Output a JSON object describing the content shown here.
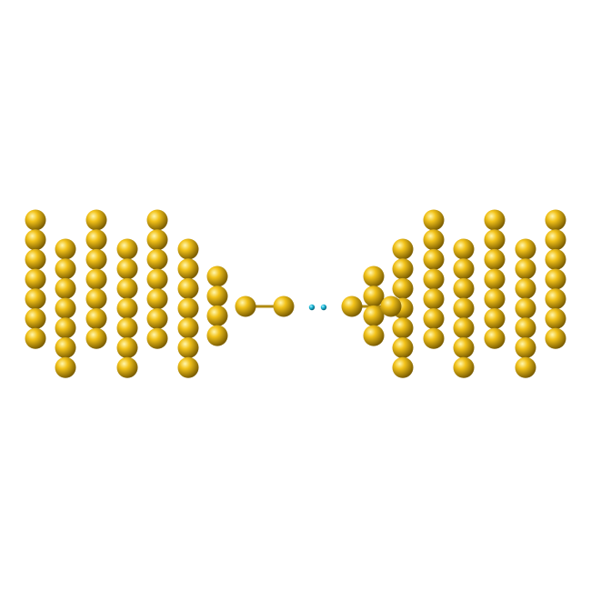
{
  "colors": {
    "background": "#ffffff",
    "atom_gold": "#f2c21a",
    "atom_gold_shadow": "#7a5c00",
    "atom_gold_highlight": "#fff7b0",
    "atom_small": "#1ab8d8",
    "bond": "#b08a10"
  },
  "structure": {
    "left_electrode": {
      "columns_atom_counts": [
        7,
        7,
        7,
        7,
        7,
        7,
        4
      ],
      "tip_atoms": 2
    },
    "right_electrode": {
      "columns_atom_counts": [
        4,
        7,
        7,
        7,
        7,
        7,
        7
      ],
      "tip_atoms": 2
    },
    "molecule_atoms": 2
  }
}
